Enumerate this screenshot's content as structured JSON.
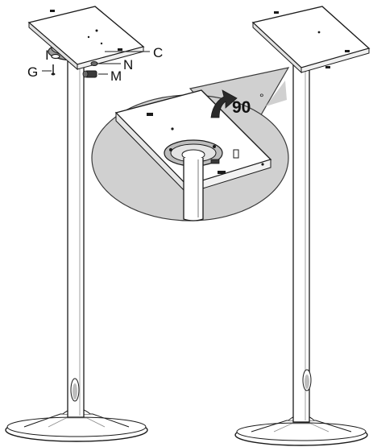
{
  "labels": {
    "c": "C",
    "i": "I",
    "g": "G",
    "n": "N",
    "m": "M"
  },
  "rotation": {
    "value": "90",
    "unit": "°"
  },
  "colors": {
    "line": "#1a1a1a",
    "plate": "#ffffff",
    "callout": "#d0d0d0",
    "callout_stroke": "#3a3a3a",
    "ring": "#9a9a9a",
    "pole_shade": "#cfcfcf"
  },
  "icons": {
    "rotation_arrow": "curved-arrow-icon"
  }
}
